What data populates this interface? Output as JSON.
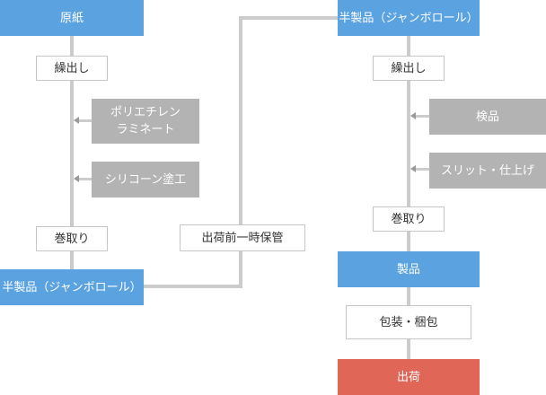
{
  "left": {
    "raw_paper": "原紙",
    "unwind": "繰出し",
    "pe_laminate": "ポリエチレン\nラミネート",
    "silicone_coat": "シリコーン塗工",
    "rewind": "巻取り",
    "semi_product": "半製品（ジャンボロール）"
  },
  "middle": {
    "storage": "出荷前一時保管"
  },
  "right": {
    "semi_product": "半製品（ジャンボロール）",
    "unwind": "繰出し",
    "inspection": "検品",
    "slit_finish": "スリット・仕上げ",
    "rewind": "巻取り",
    "product": "製品",
    "packaging": "包装・梱包",
    "shipping": "出荷"
  },
  "colors": {
    "primary": "#5ba3e0",
    "shipping": "#e06757",
    "side_process": "#b3b3b3",
    "connector": "#cccccc"
  }
}
